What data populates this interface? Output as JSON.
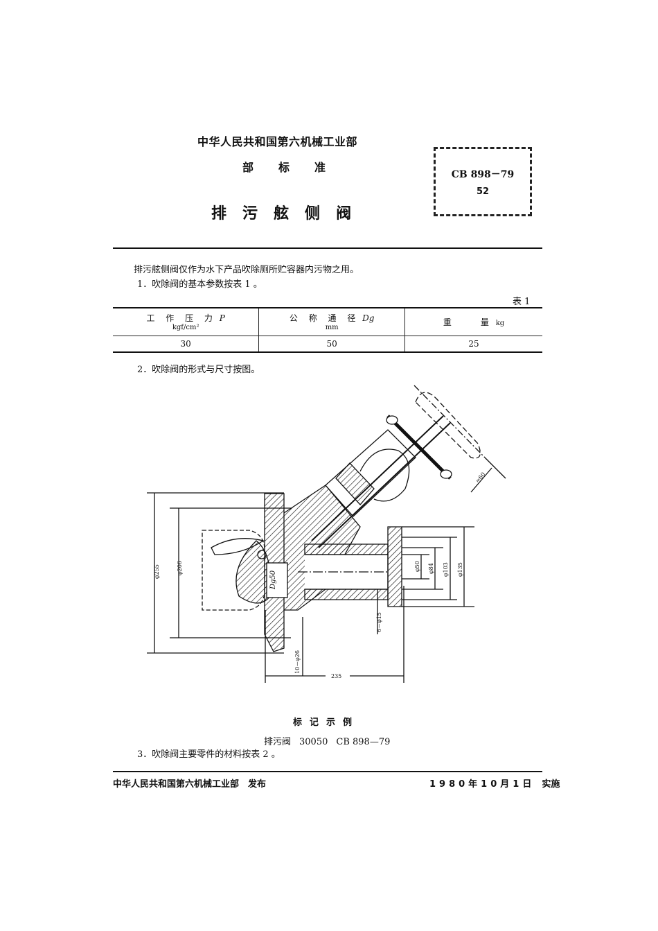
{
  "header": {
    "ministry": "中华人民共和国第六机械工业部",
    "standard_type": [
      "部",
      "标",
      "准"
    ],
    "title": [
      "排",
      "污",
      "舷",
      "侧",
      "阀"
    ],
    "code_box": {
      "code": "CB 898－79",
      "number": "52"
    }
  },
  "body": {
    "intro": "排污舷侧阀仅作为水下产品吹除厕所贮容器内污物之用。",
    "item1": "1．吹除阀的基本参数按表 1 。",
    "table1": {
      "caption": "表 1",
      "headers": [
        {
          "main": "工 作 压 力",
          "symbol": "P",
          "unit": "kgf/cm²"
        },
        {
          "main": "公 称 通 径",
          "symbol": "Dg",
          "unit": "mm"
        },
        {
          "main": "重　　量",
          "symbol": "",
          "unit": "kg"
        }
      ],
      "rows": [
        [
          "30",
          "50",
          "25"
        ]
      ]
    },
    "item2": "2．吹除阀的形式与尺寸按图。",
    "drawing": {
      "labels": {
        "d255": "φ255",
        "d206": "φ206",
        "dg50": "Dg50",
        "d50": "φ50",
        "d84": "φ84",
        "d103": "φ103",
        "d135": "φ135",
        "holes15": "6－φ15",
        "holes26": "10－φ26",
        "len235": "235",
        "approx60": "≈60"
      }
    },
    "marking": {
      "title": [
        "标",
        "记",
        "示",
        "例"
      ],
      "example": [
        "排污阀",
        "30050",
        "CB 898—79"
      ]
    },
    "item3": "3．吹除阀主要零件的材料按表 2 。"
  },
  "footer": {
    "issuer": "中华人民共和国第六机械工业部　发布",
    "date": "1980年10月1日",
    "effective": "实施"
  }
}
